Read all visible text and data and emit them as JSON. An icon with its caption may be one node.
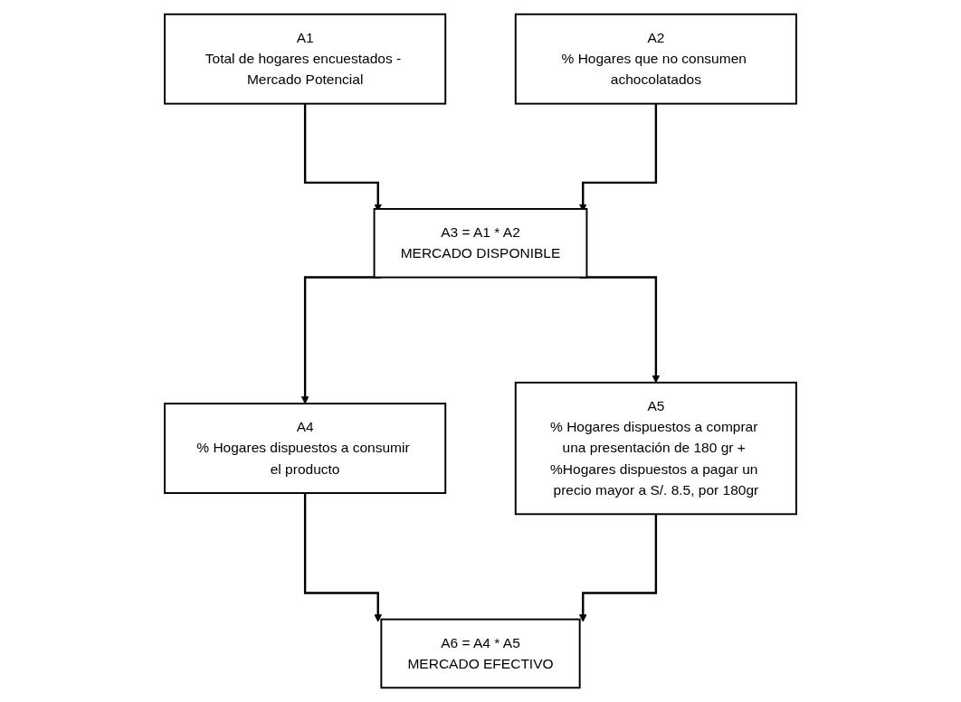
{
  "diagram": {
    "nodes": [
      {
        "text": [
          "A1",
          "Total de hogares encuestados - Mercado Potencial"
        ]
      },
      {
        "text": [
          "A2",
          "% Hogares que no consumen achocolatados"
        ]
      },
      {
        "text": [
          "A3 = A1 * A2",
          "MERCADO DISPONIBLE"
        ]
      },
      {
        "text": [
          "A4",
          "% Hogares dispuestos a consumir el producto"
        ]
      },
      {
        "text": [
          "A5",
          "% Hogares dispuestos a comprar una presentación de 180 gr + %Hogares dispuestos a pagar un precio mayor a S/. 8.5, por 180gr"
        ]
      },
      {
        "text": [
          "A6 = A4 * A5",
          "MERCADO EFECTIVO"
        ]
      }
    ],
    "edges": [
      {
        "from": 0,
        "to": 2,
        "arrow": "to"
      },
      {
        "from": 1,
        "to": 2,
        "arrow": "to"
      },
      {
        "from": 2,
        "to": 3,
        "arrow": "to"
      },
      {
        "from": 2,
        "to": 4,
        "arrow": "to"
      },
      {
        "from": 3,
        "to": 5,
        "arrow": "to"
      },
      {
        "from": 4,
        "to": 5,
        "arrow": "to"
      }
    ]
  }
}
